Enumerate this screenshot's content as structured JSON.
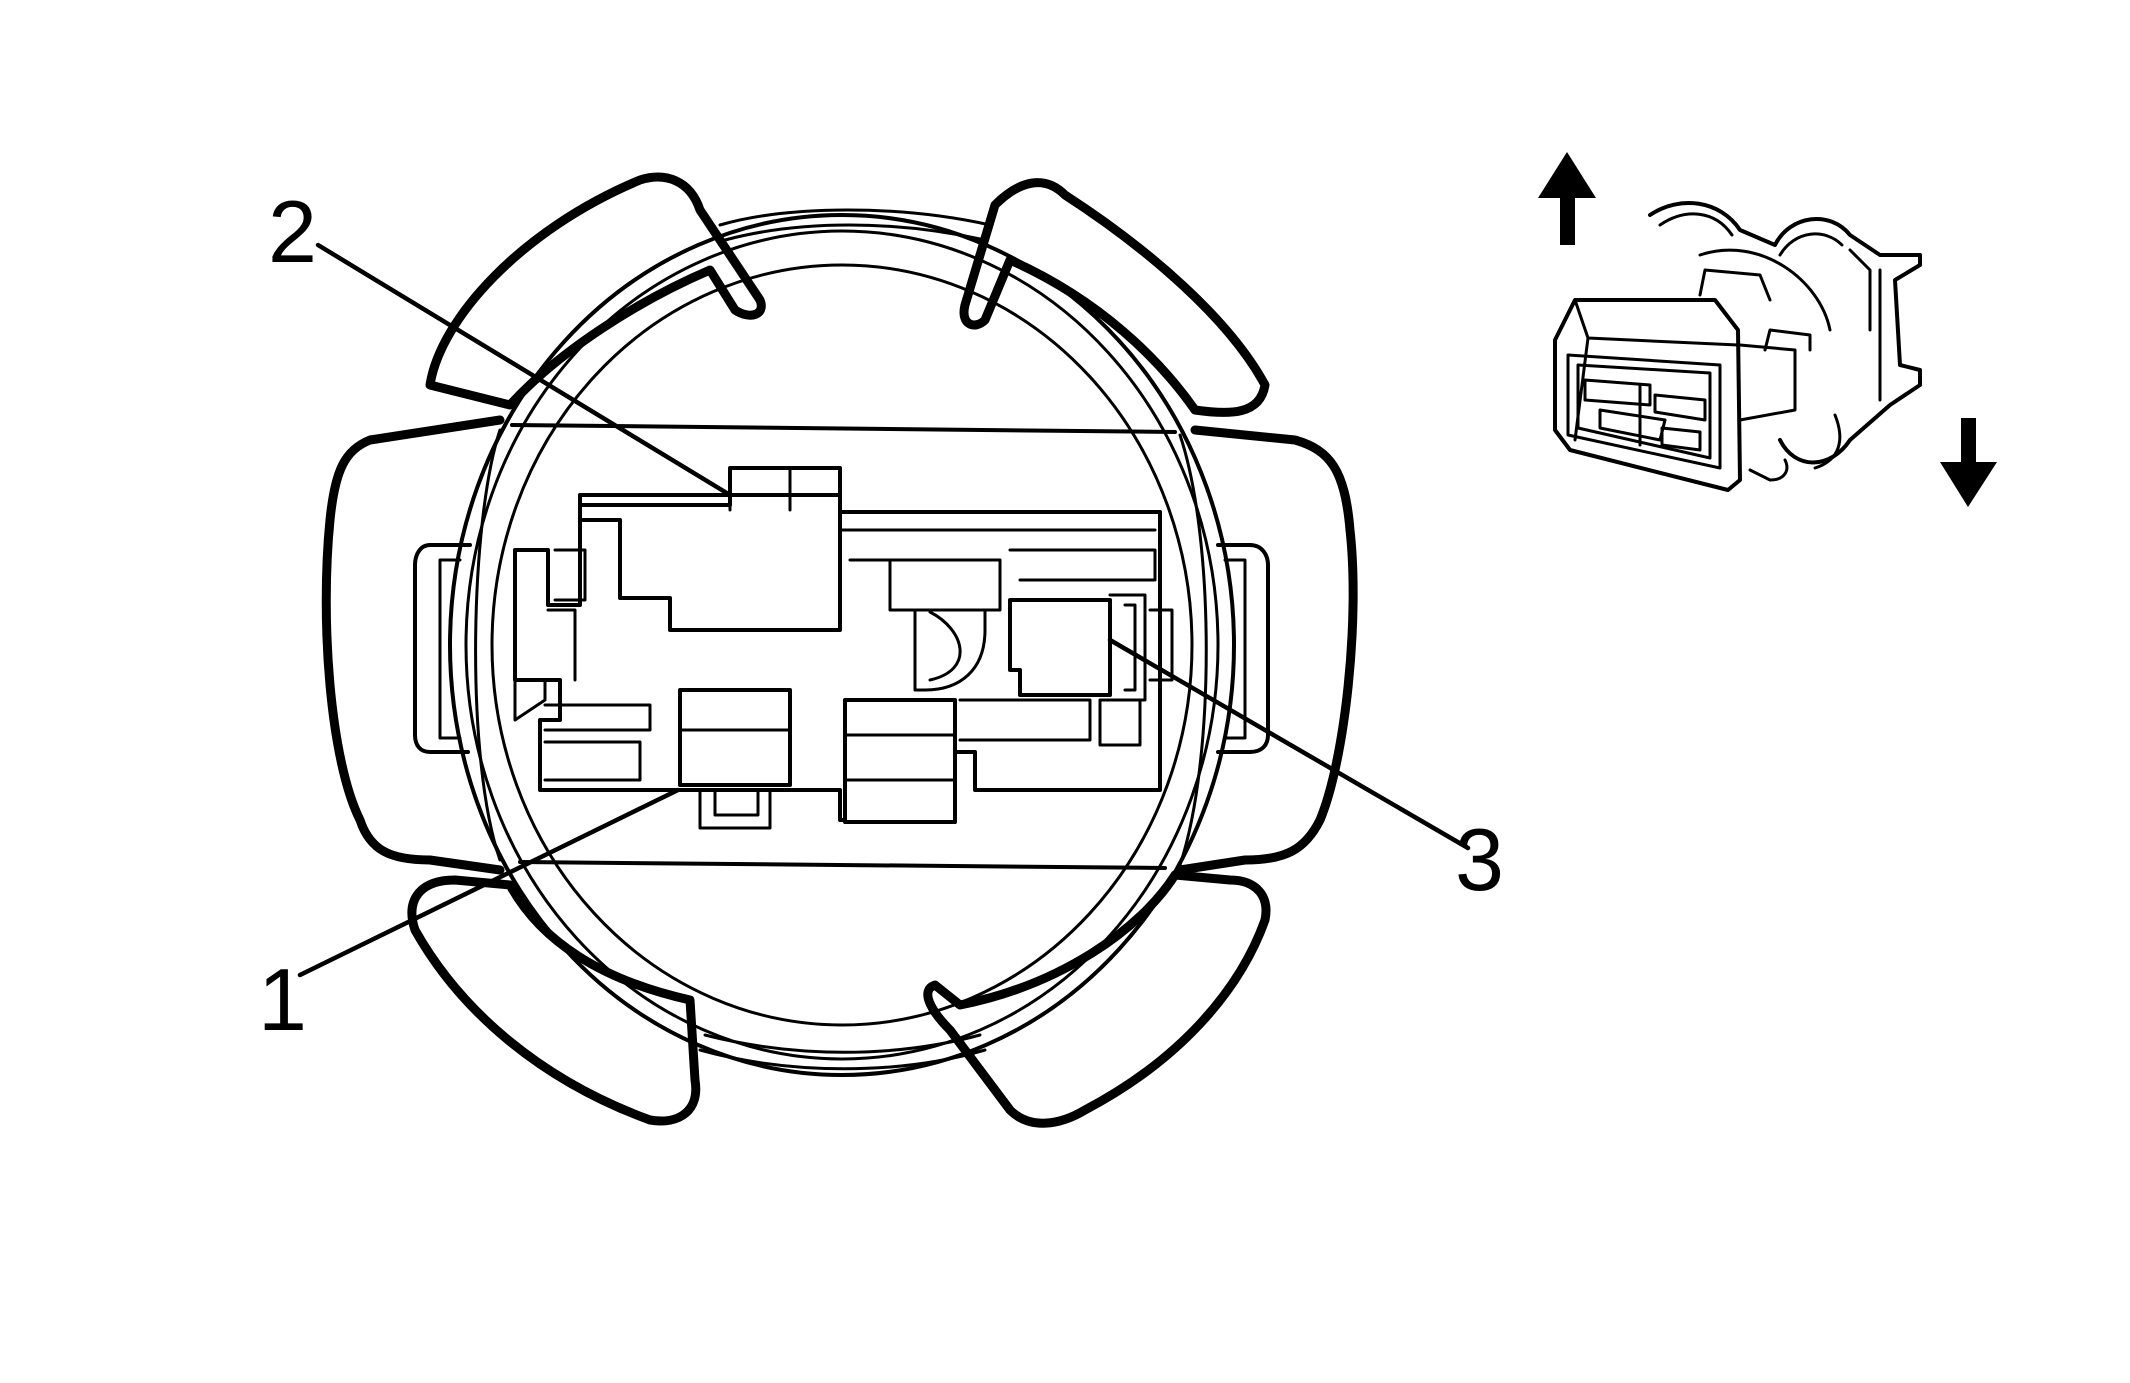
{
  "figure": {
    "callouts": [
      {
        "id": "callout-1",
        "label": "1"
      },
      {
        "id": "callout-2",
        "label": "2"
      },
      {
        "id": "callout-3",
        "label": "3"
      }
    ],
    "icons": {
      "main_view": "bulb-socket-face-view-illustration",
      "inset_view": "connector-orientation-illustration",
      "up": "arrow-up-icon",
      "down": "arrow-down-icon"
    },
    "colors": {
      "line": "#000000",
      "background": "#ffffff"
    }
  }
}
